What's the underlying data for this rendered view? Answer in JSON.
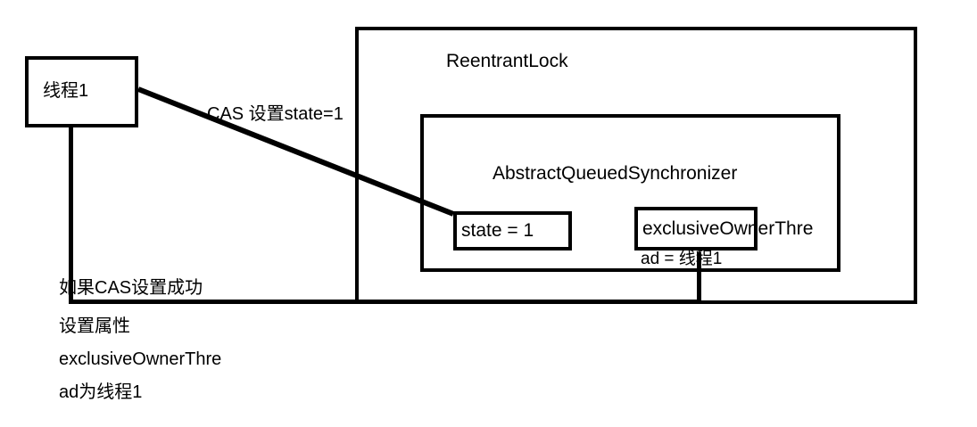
{
  "diagram": {
    "title": "ReentrantLock / AbstractQueuedSynchronizer CAS state diagram",
    "stroke_color": "#000000",
    "background_color": "#ffffff",
    "text_color": "#000000"
  },
  "thread": {
    "label": "线程1"
  },
  "reentrant_lock": {
    "title": "ReentrantLock"
  },
  "aqs": {
    "title": "AbstractQueuedSynchronizer",
    "state_field": {
      "label": "state = 1"
    },
    "owner_field": {
      "label": "exclusiveOwnerThre",
      "overflow_label": "ad = 线程1"
    }
  },
  "edges": {
    "cas_label": "CAS 设置state=1"
  },
  "annotation": {
    "lines": [
      "如果CAS设置成功",
      "设置属性",
      "exclusiveOwnerThre",
      "ad为线程1"
    ]
  }
}
